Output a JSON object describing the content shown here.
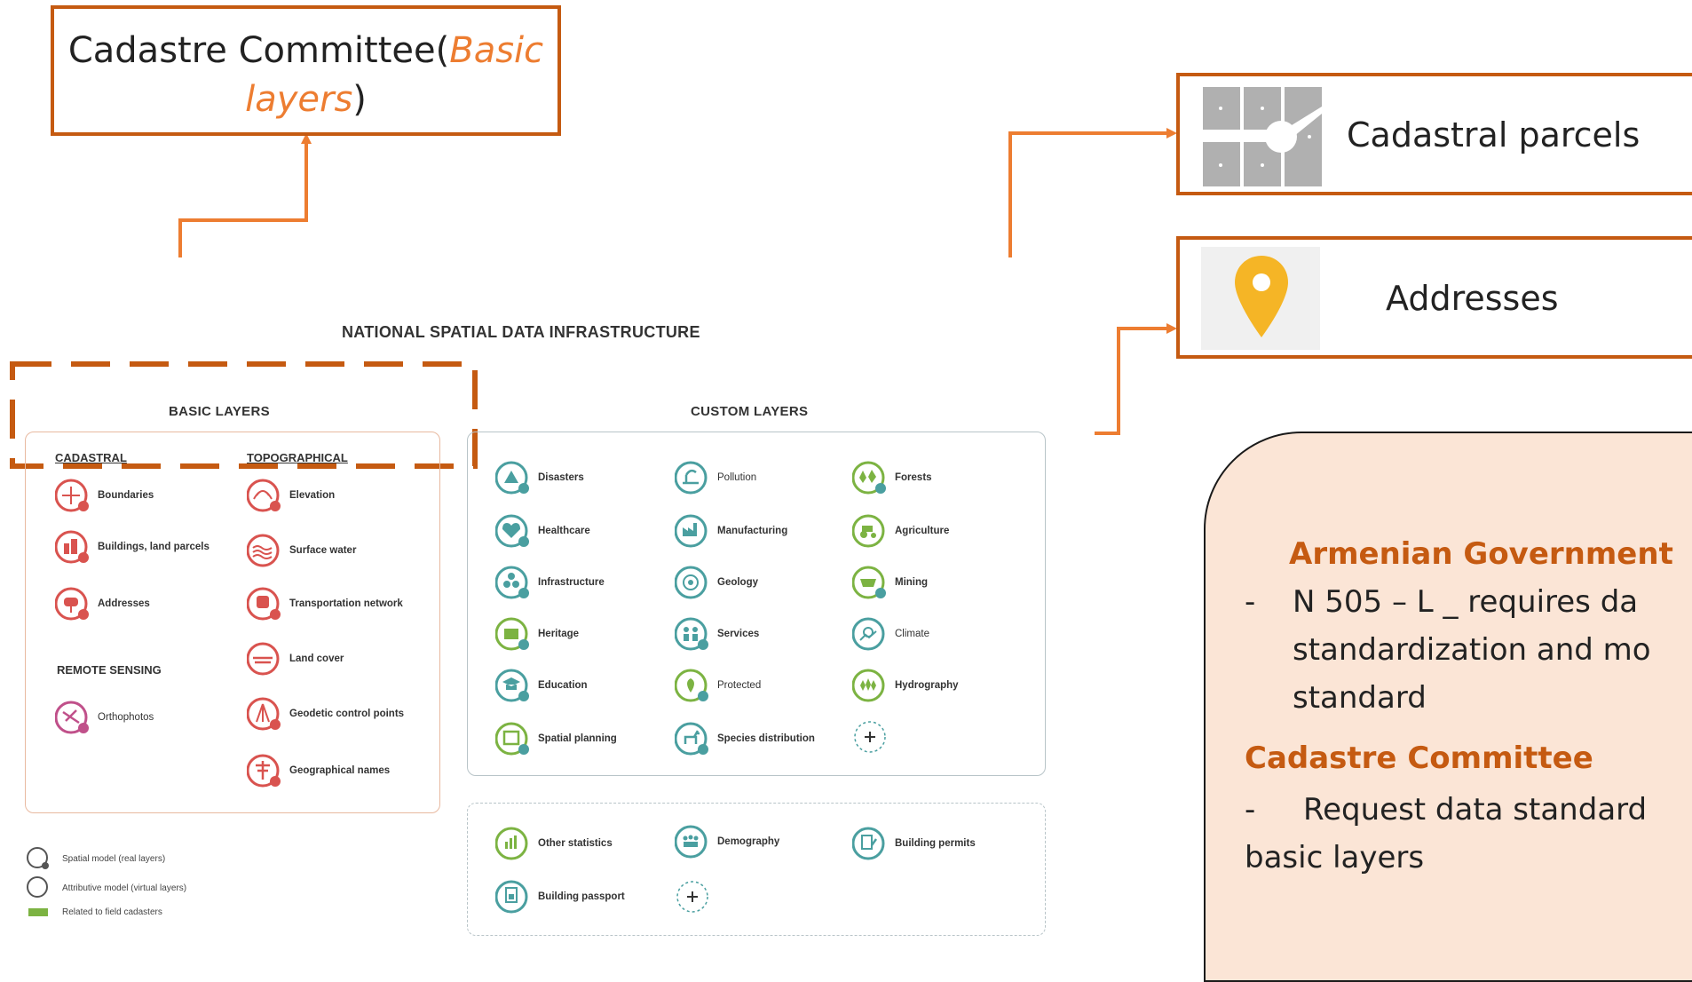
{
  "committee_box": {
    "label_main": "Cadastre Committee(",
    "label_italic_1": "Basic",
    "label_italic_2": "layers",
    "label_close": ")"
  },
  "callouts": {
    "parcels": {
      "label": "Cadastral parcels",
      "icon": "parcel-grid-icon"
    },
    "addresses": {
      "label": "Addresses",
      "icon": "map-pin-icon"
    }
  },
  "nsdi": {
    "title": "NATIONAL SPATIAL DATA INFRASTRUCTURE",
    "basic_title": "BASIC LAYERS",
    "custom_title": "CUSTOM LAYERS",
    "cadastral_title": "CADASTRAL",
    "topographical_title": "TOPOGRAPHICAL",
    "remote_title": "REMOTE SENSING",
    "cadastral": [
      "Boundaries",
      "Buildings, land parcels",
      "Addresses"
    ],
    "topographical": [
      "Elevation",
      "Surface water",
      "Transportation network",
      "Land cover",
      "Geodetic control points",
      "Geographical names"
    ],
    "remote": [
      "Orthophotos"
    ],
    "custom_col1": [
      "Disasters",
      "Healthcare",
      "Infrastructure",
      "Heritage",
      "Education",
      "Spatial planning"
    ],
    "custom_col2": [
      "Pollution",
      "Manufacturing",
      "Geology",
      "Services",
      "Protected",
      "Species distribution"
    ],
    "custom_col3": [
      "Forests",
      "Agriculture",
      "Mining",
      "Climate",
      "Hydrography"
    ],
    "virtual_row1": [
      "Other statistics",
      "Demography",
      "Building permits"
    ],
    "virtual_row2": [
      "Building passport"
    ],
    "legend": [
      "Spatial model (real layers)",
      "Attributive model (virtual layers)",
      "Related to field cadasters"
    ]
  },
  "info": {
    "gov_title": "Armenian Government",
    "gov_line1": "N 505 – L _ requires da",
    "gov_line2": "standardization and mo",
    "gov_line3": "standard",
    "committee_title": "Cadastre Committee",
    "committee_line1": "Request data standard",
    "committee_line2": "basic layers",
    "dash": "-"
  },
  "colors": {
    "accent": "#c55a11",
    "accent_light": "#ed7d31",
    "red_icon": "#d9534f",
    "teal_icon": "#4a9fa0",
    "green_icon": "#7cb342",
    "pink_icon": "#c0508a",
    "info_bg": "#fbe5d6",
    "pin": "#f5b526"
  }
}
